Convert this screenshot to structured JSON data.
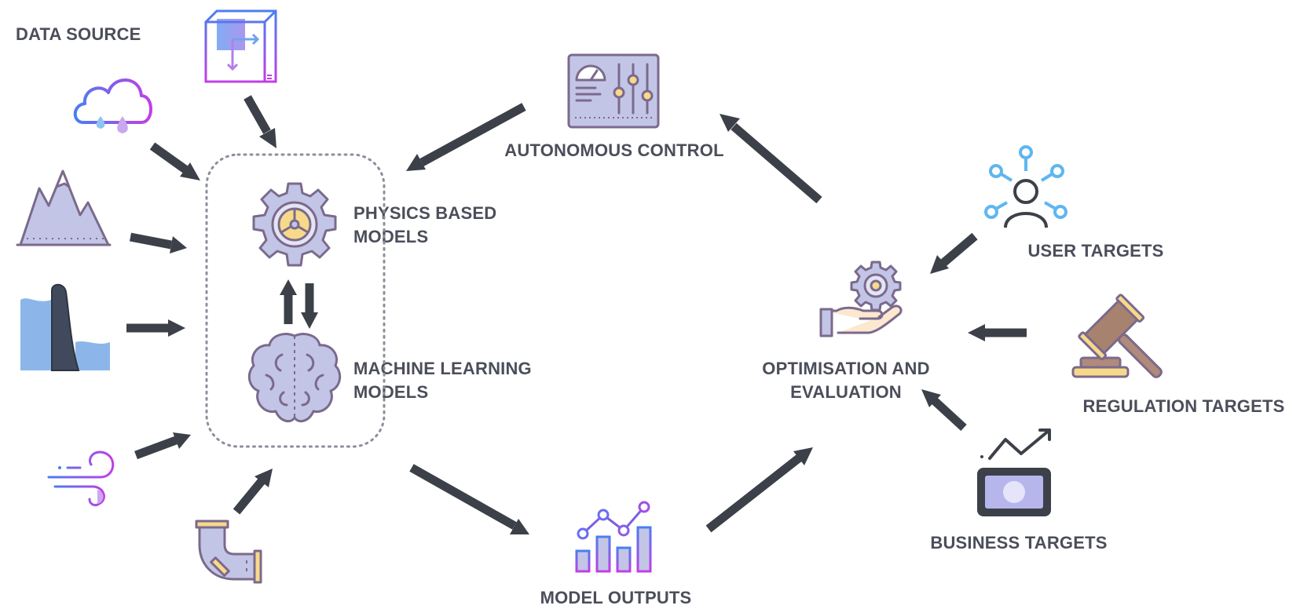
{
  "labels": {
    "data_source": "DATA SOURCE",
    "physics_line1": "PHYSICS BASED",
    "physics_line2": "MODELS",
    "ml_line1": "MACHINE LEARNING",
    "ml_line2": "MODELS",
    "autonomous_control": "AUTONOMOUS CONTROL",
    "model_outputs": "MODEL OUTPUTS",
    "optimisation_line1": "OPTIMISATION AND",
    "optimisation_line2": "EVALUATION",
    "user_targets": "USER TARGETS",
    "regulation_targets": "REGULATION TARGETS",
    "business_targets": "BUSINESS TARGETS"
  },
  "colors": {
    "text": "#4b4e5a",
    "arrow": "#3c4048",
    "icon_fill": "#c3c5e6",
    "icon_stroke": "#7b6a8c",
    "accent_yellow": "#f7d98a",
    "accent_blue": "#5fb6ef",
    "accent_purple": "#c13ee6",
    "dotted_border": "#8a8f9c"
  },
  "icons": [
    "data-cube-icon",
    "rain-cloud-icon",
    "mountain-icon",
    "dam-icon",
    "wind-icon",
    "pipe-icon",
    "gear-icon",
    "brain-icon",
    "control-panel-icon",
    "bar-chart-icon",
    "gear-hand-icon",
    "user-network-icon",
    "gavel-icon",
    "money-trend-icon"
  ]
}
